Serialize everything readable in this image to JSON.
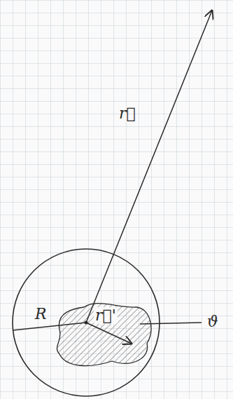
{
  "diagram": {
    "labels": [
      "r⃗",
      "R",
      "r⃗'",
      "ϑ"
    ]
  }
}
